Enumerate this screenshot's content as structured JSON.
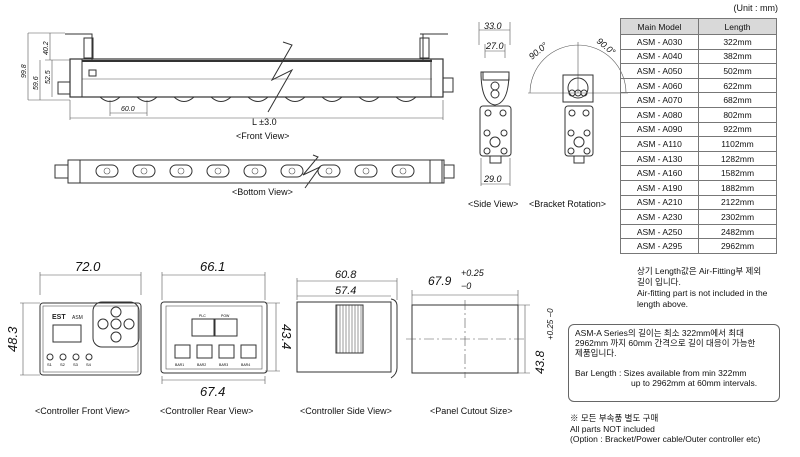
{
  "unit_label": "(Unit : mm)",
  "table": {
    "headers": [
      "Main Model",
      "Length"
    ],
    "rows": [
      [
        "ASM - A030",
        "322mm"
      ],
      [
        "ASM - A040",
        "382mm"
      ],
      [
        "ASM - A050",
        "502mm"
      ],
      [
        "ASM - A060",
        "622mm"
      ],
      [
        "ASM - A070",
        "682mm"
      ],
      [
        "ASM - A080",
        "802mm"
      ],
      [
        "ASM - A090",
        "922mm"
      ],
      [
        "ASM - A110",
        "1102mm"
      ],
      [
        "ASM - A130",
        "1282mm"
      ],
      [
        "ASM - A160",
        "1582mm"
      ],
      [
        "ASM - A190",
        "1882mm"
      ],
      [
        "ASM - A210",
        "2122mm"
      ],
      [
        "ASM - A230",
        "2302mm"
      ],
      [
        "ASM - A250",
        "2482mm"
      ],
      [
        "ASM - A295",
        "2962mm"
      ]
    ]
  },
  "notes": {
    "length_kr_1": "상기 Length값은 Air-Fitting부 제외",
    "length_kr_2": "길이 입니다.",
    "length_en_1": "Air-fitting part is not included in the",
    "length_en_2": "length above.",
    "series_kr_1": "ASM-A Series의 길이는 최소 322mm에서 최대",
    "series_kr_2": "2962mm 까지 60mm 간격으로 길이 대응이 가능한",
    "series_kr_3": "제품입니다.",
    "bar_length_1": "Bar Length : Sizes available from min 322mm",
    "bar_length_2": "up to 2962mm at 60mm intervals.",
    "parts_kr": "※ 모든 부속품 별도 구매",
    "parts_en": "All parts NOT included",
    "options": "(Option : Bracket/Power cable/Outer controller etc)"
  },
  "views": {
    "front": {
      "caption": "<Front View>",
      "dim_total": "99.8",
      "dim_bracket": "40.2",
      "dim_body": "59.6",
      "dim_body2": "52.5",
      "dim_pitch": "60.0",
      "dim_length": "L ±3.0"
    },
    "bottom": {
      "caption": "<Bottom View>"
    },
    "side": {
      "caption": "<Side View>",
      "dim_top": "33.0",
      "dim_mid": "27.0",
      "dim_bottom": "29.0"
    },
    "bracket": {
      "caption": "<Bracket Rotation>",
      "angle_left": "90.0°",
      "angle_right": "90.0°"
    },
    "ctrl_front": {
      "caption": "<Controller Front View>",
      "width": "72.0",
      "height": "48.3",
      "brand": "EST",
      "model": "ASM",
      "leds": [
        "S1",
        "S2",
        "S3",
        "S4"
      ]
    },
    "ctrl_rear": {
      "caption": "<Controller Rear View>",
      "width_top": "66.1",
      "width_bottom": "67.4",
      "height": "43.4",
      "ports": [
        "PLC",
        "POW"
      ],
      "connectors": [
        "BAR1",
        "BAR2",
        "BAR3",
        "BAR4"
      ]
    },
    "ctrl_side": {
      "caption": "<Controller Side View>",
      "dim_outer": "60.8",
      "dim_inner": "57.4"
    },
    "cutout": {
      "caption": "<Panel Cutout Size>",
      "width": "67.9",
      "width_tol_plus": "+0.25",
      "width_tol_minus": "−0",
      "height": "43.8",
      "height_tol": "+0.25 −0"
    }
  }
}
